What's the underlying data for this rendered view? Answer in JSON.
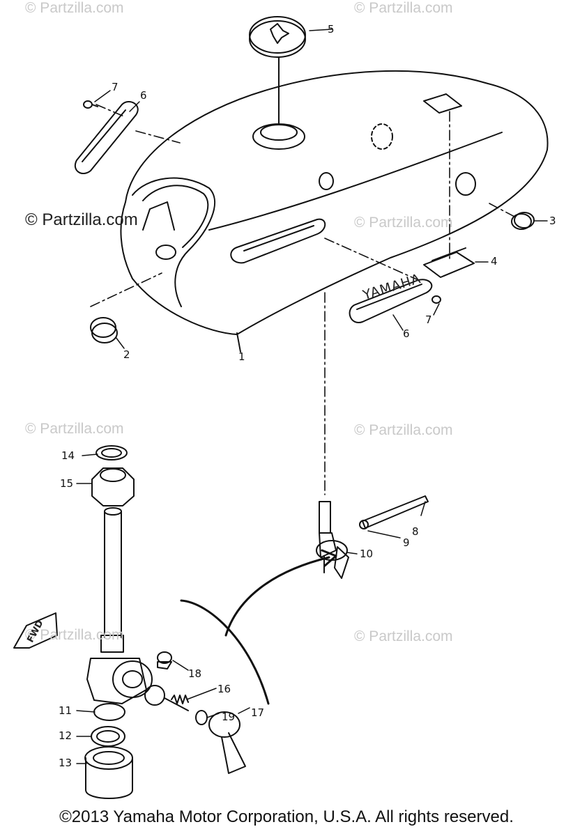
{
  "watermarks": {
    "top_left": "© Partzilla.com",
    "top_right": "© Partzilla.com",
    "left_prominent": "© Partzilla.com",
    "mid_right": "© Partzilla.com",
    "lower_left": "© Partzilla.com",
    "lower_right": "© Partzilla.com",
    "bottom_left": "© Partzilla.com",
    "bottom_right": "© Partzilla.com"
  },
  "emblem_text": "YAMAHA",
  "fwd_label": "FWD",
  "callouts": {
    "c1": "1",
    "c2": "2",
    "c3": "3",
    "c4": "4",
    "c5": "5",
    "c6a": "6",
    "c6b": "6",
    "c7a": "7",
    "c7b": "7",
    "c8": "8",
    "c9": "9",
    "c10": "10",
    "c11": "11",
    "c12": "12",
    "c13": "13",
    "c14": "14",
    "c15": "15",
    "c16": "16",
    "c17": "17",
    "c18": "18",
    "c19": "19"
  },
  "copyright": "©2013 Yamaha Motor Corporation, U.S.A. All rights reserved."
}
